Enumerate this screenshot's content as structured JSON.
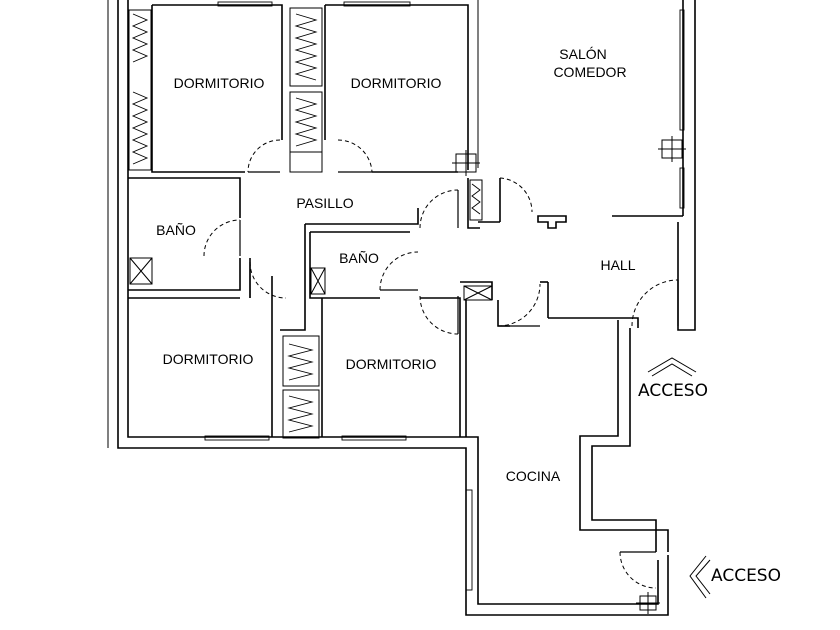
{
  "rooms": {
    "salon_line1": "SALÓN",
    "salon_line2": "COMEDOR",
    "dorm_top_left": "DORMITORIO",
    "dorm_top_mid": "DORMITORIO",
    "pasillo": "PASILLO",
    "bano_left": "BAÑO",
    "bano_mid": "BAÑO",
    "hall": "HALL",
    "dorm_bottom_left": "DORMITORIO",
    "dorm_bottom_mid": "DORMITORIO",
    "cocina": "COCINA"
  },
  "access": {
    "main": "ACCESO",
    "kitchen": "ACCESO"
  },
  "colors": {
    "line": "#000000",
    "background": "#ffffff"
  }
}
